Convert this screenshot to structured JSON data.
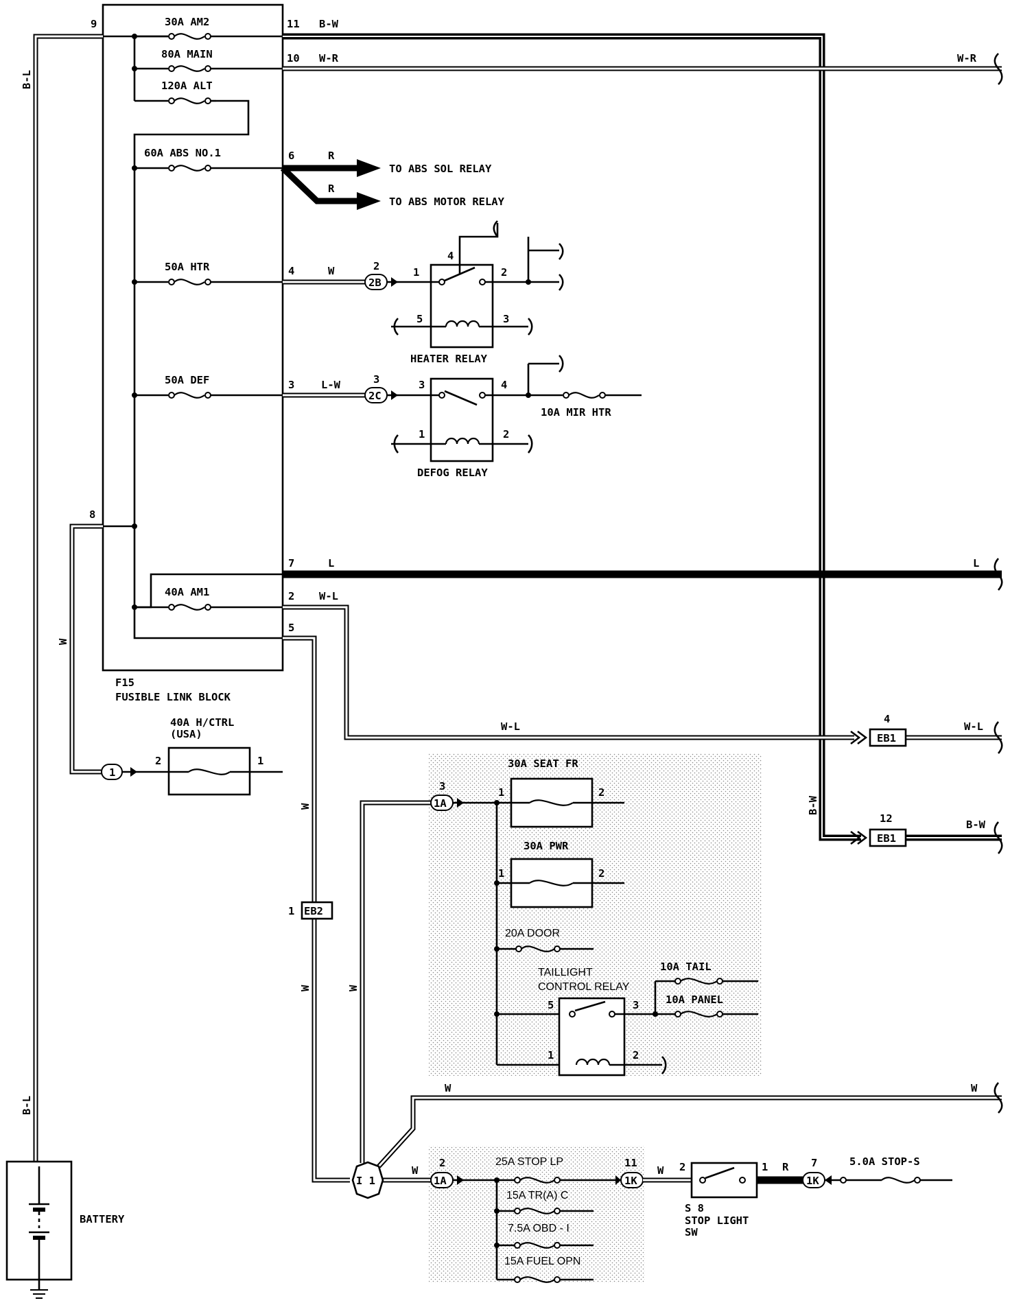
{
  "fusible_link_block": {
    "code": "F15",
    "label": "FUSIBLE LINK BLOCK",
    "fuses": {
      "am2": "30A AM2",
      "main": "80A MAIN",
      "alt": "120A ALT",
      "abs": "60A ABS NO.1",
      "htr": "50A HTR",
      "def": "50A DEF",
      "am1": "40A AM1"
    },
    "pins": [
      "9",
      "11",
      "10",
      "6",
      "4",
      "3",
      "8",
      "7",
      "2",
      "5"
    ]
  },
  "wires": {
    "b_w": "B-W",
    "w_r": "W-R",
    "r": "R",
    "w": "W",
    "l_w": "L-W",
    "l": "L",
    "w_l": "W-L",
    "b_l": "B-L"
  },
  "destinations": {
    "abs_sol": "TO ABS SOL RELAY",
    "abs_motor": "TO ABS MOTOR RELAY"
  },
  "heater_relay": {
    "label": "HEATER RELAY",
    "pins": [
      "1",
      "2",
      "3",
      "4",
      "5"
    ],
    "connector": "2B",
    "connector_pin": "2"
  },
  "defog_relay": {
    "label": "DEFOG RELAY",
    "pins": [
      "1",
      "2",
      "3",
      "4"
    ],
    "connector": "2C",
    "connector_pin": "3"
  },
  "mir_htr_fuse": "10A MIR HTR",
  "h_ctrl": {
    "label": "40A H/CTRL",
    "region": "(USA)",
    "pins": [
      "2",
      "1"
    ],
    "connector": "1"
  },
  "connectors": {
    "eb1": "EB1",
    "eb1_pin_4": "4",
    "eb1_pin_12": "12",
    "eb2": "EB2",
    "eb2_pin": "1",
    "ja": "1A",
    "ja_pin_3": "3",
    "ja_pin_2": "2",
    "jk": "1K",
    "jk_pin_11": "11",
    "jk_pin_7": "7",
    "junction": "I 1"
  },
  "junction_block_fuses": {
    "seat_fr": "30A SEAT FR",
    "pwr": "30A PWR",
    "door": "20A DOOR",
    "tail": "10A TAIL",
    "panel": "10A PANEL",
    "stop_lp": "25A STOP LP",
    "tr_a_c": "15A TR(A) C",
    "obd": "7.5A OBD - I",
    "fuel_opn": "15A FUEL OPN",
    "stop_s": "5.0A STOP-S"
  },
  "taillight_relay": {
    "label_line1": "TAILLIGHT",
    "label_line2": "CONTROL RELAY",
    "pins": [
      "5",
      "3",
      "1",
      "2"
    ]
  },
  "stop_light_sw": {
    "code": "S 8",
    "label_line1": "STOP LIGHT",
    "label_line2": "SW",
    "pins": [
      "2",
      "1"
    ]
  },
  "battery": {
    "label": "BATTERY"
  }
}
